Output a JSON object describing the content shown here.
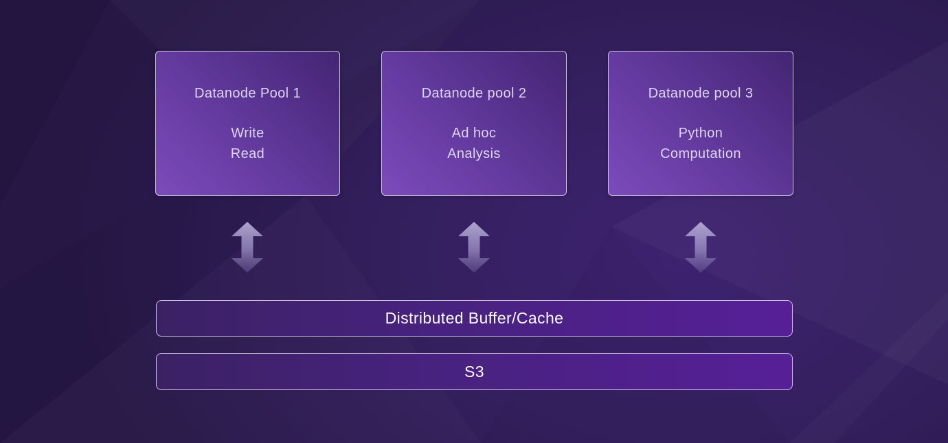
{
  "slide": {
    "pools": [
      {
        "title": "Datanode Pool 1",
        "lines": [
          "Write",
          "Read"
        ]
      },
      {
        "title": "Datanode pool 2",
        "lines": [
          "Ad hoc",
          "Analysis"
        ]
      },
      {
        "title": "Datanode pool 3",
        "lines": [
          "Python",
          "Computation"
        ]
      }
    ],
    "layers": [
      {
        "label": "Distributed Buffer/Cache"
      },
      {
        "label": "S3"
      }
    ],
    "icons": [
      {
        "name": "up-down-arrow-icon",
        "glyph": "⇕",
        "count": 3
      }
    ],
    "colors": {
      "background_base": "#2e1a52",
      "background_highlight": "#3d2270",
      "box_gradient_light": "#7c4bbb",
      "box_gradient_dark": "#432572",
      "box_border": "#e9e4f8",
      "box_text": "#ddd5f2",
      "bar_gradient_left": "#3b2164",
      "bar_gradient_right": "#561f97",
      "bar_text": "#fdfdfe",
      "arrow_light": "#b3a9d2",
      "arrow_dark": "#6a5996"
    }
  }
}
